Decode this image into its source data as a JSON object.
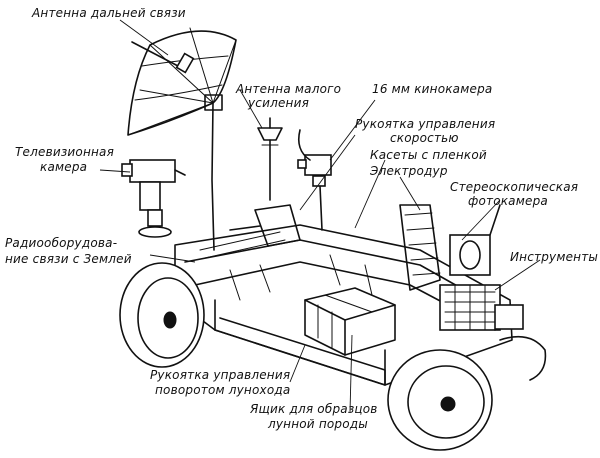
{
  "labels": {
    "high_gain_antenna": "Антенна дальней связи",
    "low_gain_antenna_l1": "Антенна малого",
    "low_gain_antenna_l2": "усиления",
    "film_camera": "16 мм кинокамера",
    "speed_handle_l1": "Рукоятка управления",
    "speed_handle_l2": "скоростью",
    "tv_camera_l1": "Телевизионная",
    "tv_camera_l2": "камера",
    "film_cassettes": "Касеты с пленкой",
    "electric_drill": "Электродур",
    "stereo_camera_l1": "Стереоскопическая",
    "stereo_camera_l2": "фотокамера",
    "radio_equipment_l1": "Радиооборудова-",
    "radio_equipment_l2": "ние связи с Землей",
    "instruments": "Инструменты",
    "steering_handle_l1": "Рукоятка управления",
    "steering_handle_l2": "поворотом лунохода",
    "sample_box_l1": "Ящик для образцов",
    "sample_box_l2": "лунной породы"
  }
}
